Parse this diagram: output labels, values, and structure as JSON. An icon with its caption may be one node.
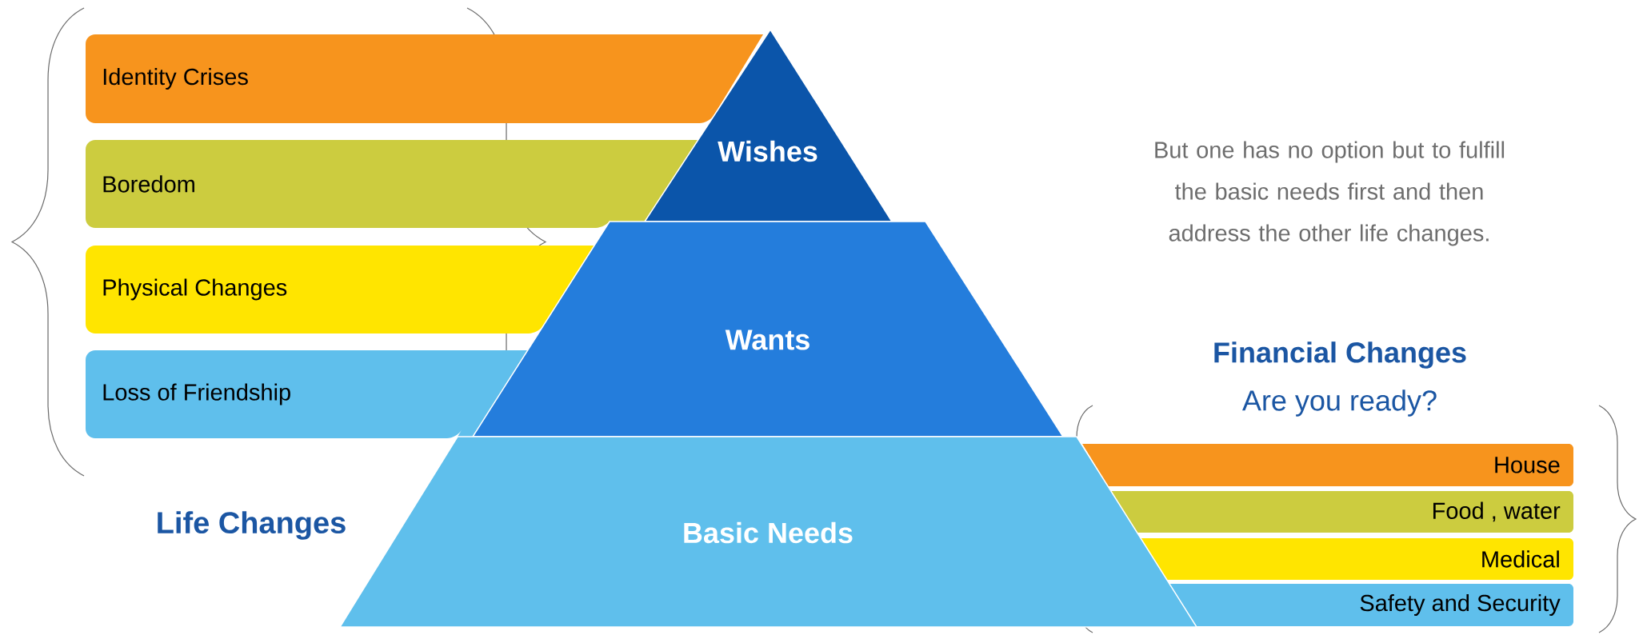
{
  "diagram": {
    "nodes": [
      {
        "text": [
          "Identity Crises"
        ]
      },
      {
        "text": [
          "Boredom"
        ]
      },
      {
        "text": [
          "Physical Changes"
        ]
      },
      {
        "text": [
          "Loss of Friendship"
        ]
      },
      {
        "text": [
          "Wishes"
        ]
      },
      {
        "text": [
          "Wants"
        ]
      },
      {
        "text": [
          "Basic Needs"
        ]
      },
      {
        "text": [
          "House"
        ]
      },
      {
        "text": [
          "Food , water"
        ]
      },
      {
        "text": [
          "Medical"
        ]
      },
      {
        "text": [
          "Safety and Security"
        ]
      }
    ],
    "labels": [
      "But one has no option but to fulfill the basic needs first and then address the other life changes.",
      "Financial Changes",
      "Are you ready?",
      "Life Changes"
    ]
  }
}
